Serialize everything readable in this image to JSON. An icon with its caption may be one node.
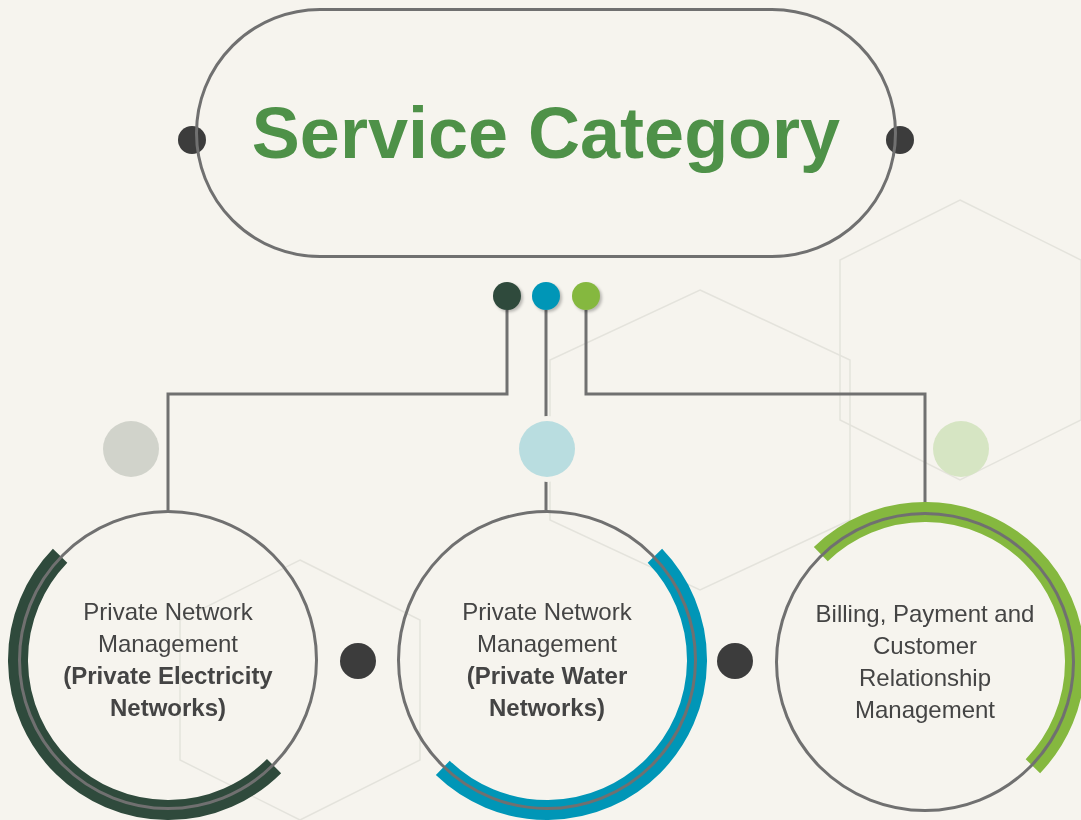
{
  "diagram": {
    "nodes": [
      {
        "text": [
          "Service Category"
        ]
      },
      {
        "text": [],
        "shape": "circle"
      },
      {
        "text": [],
        "shape": "circle"
      },
      {
        "text": [],
        "shape": "circle"
      },
      {
        "text": [
          "Private Network Management",
          "(Private Electricity Networks)"
        ]
      },
      {
        "text": [
          "Private Network Management",
          "(Private Water Networks)"
        ]
      },
      {
        "text": [
          "Billing, Payment and Customer Relationship Management"
        ]
      }
    ],
    "edges": [
      {
        "from": 1,
        "to": 4,
        "arrow": "none"
      },
      {
        "from": 2,
        "to": 5,
        "arrow": "none"
      },
      {
        "from": 3,
        "to": 6,
        "arrow": "none"
      }
    ]
  }
}
